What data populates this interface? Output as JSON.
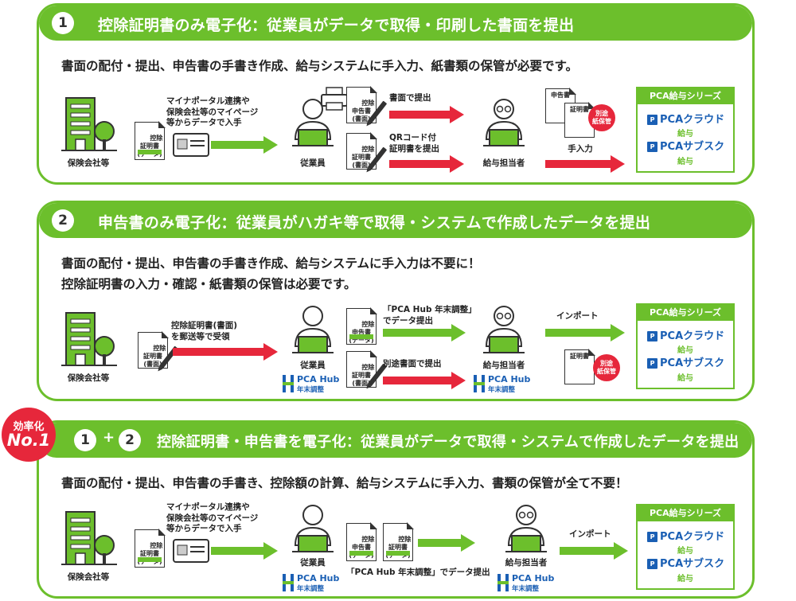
{
  "sections": [
    {
      "number": "1",
      "title": "控除証明書のみ電子化：従業員がデータで取得・印刷した書面を提出",
      "description": [
        "書面の配付・提出、申告書の手書き作成、給与システムに手入力、紙書類の保管が必要です。"
      ],
      "insurer_label": "保険会社等",
      "deduction_doc": "控除\n証明書\n(データ)",
      "insurer_flow_label": "マイナポータル連携や\n保険会社等のマイページ\n等からデータで入手",
      "employee_label": "従業員",
      "declaration_doc": "控除\n申告書\n(書面)",
      "deduction_doc_paper": "控除\n証明書\n(書面)",
      "flow_paper": "書面で提出",
      "flow_qr": "QRコード付\n証明書を提出",
      "payroll_label": "給与担当者",
      "stacked_doc_top": "申告書",
      "stacked_doc_bottom": "証明書",
      "separate_storage": "別途\n紙保管",
      "manual_entry": "手入力",
      "series_title": "PCA給与シリーズ",
      "product_1": "PCAクラウド",
      "product_1_sub": "給与",
      "product_2": "PCAサブスク",
      "product_2_sub": "給与"
    },
    {
      "number": "2",
      "title": "申告書のみ電子化：従業員がハガキ等で取得・システムで作成したデータを提出",
      "description": [
        "書面の配付・提出、申告書の手書き作成、給与システムに手入力は不要に！",
        "控除証明書の入力・確認・紙書類の保管は必要です。"
      ],
      "insurer_label": "保険会社等",
      "deduction_doc_paper": "控除\n証明書\n(書面)",
      "insurer_flow_label": "控除証明書(書面)\nを郵送等で受領",
      "employee_label": "従業員",
      "hub_name": "PCA Hub",
      "hub_sub": "年末調整",
      "declaration_doc_data": "控除\n申告書\n(データ)",
      "flow_hub": "「PCA Hub 年末調整」\nでデータ提出",
      "deduction_doc_paper_2": "控除\n証明書\n(書面)",
      "flow_separate": "別途書面で提出",
      "payroll_label": "給与担当者",
      "import_label": "インポート",
      "cert_doc": "証明書",
      "separate_storage": "別途\n紙保管",
      "series_title": "PCA給与シリーズ",
      "product_1": "PCAクラウド",
      "product_1_sub": "給与",
      "product_2": "PCAサブスク",
      "product_2_sub": "給与"
    },
    {
      "number_a": "1",
      "plus": "+",
      "number_b": "2",
      "title": "控除証明書・申告書を電子化：従業員がデータで取得・システムで作成したデータを提出",
      "description": [
        "書面の配付・提出、申告書の手書き、控除額の計算、給与システムに手入力、書類の保管が全て不要！"
      ],
      "insurer_label": "保険会社等",
      "deduction_doc": "控除\n証明書\n(データ)",
      "insurer_flow_label": "マイナポータル連携や\n保険会社等のマイページ\n等からデータで入手",
      "employee_label": "従業員",
      "hub_name": "PCA Hub",
      "hub_sub": "年末調整",
      "declaration_doc_data": "控除\n申告書\n(データ)",
      "deduction_doc_data": "控除\n証明書\n(データ)",
      "flow_hub": "「PCA Hub 年末調整」でデータ提出",
      "payroll_label": "給与担当者",
      "import_label": "インポート",
      "series_title": "PCA給与シリーズ",
      "product_1": "PCAクラウド",
      "product_1_sub": "給与",
      "product_2": "PCAサブスク",
      "product_2_sub": "給与"
    }
  ],
  "badge": {
    "line1": "効率化",
    "line2": "No.1"
  },
  "colors": {
    "green": "#6cbf2c",
    "red": "#e6273b",
    "blue": "#1a5fb4",
    "dark": "#333333"
  }
}
